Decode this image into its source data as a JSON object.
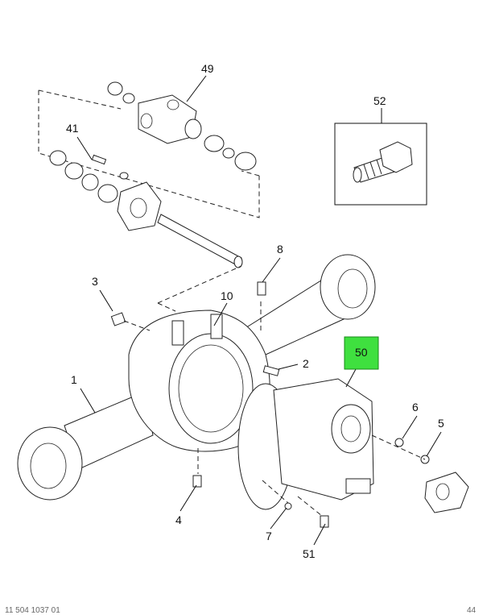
{
  "callouts": {
    "c1": "1",
    "c2": "2",
    "c3": "3",
    "c4": "4",
    "c5": "5",
    "c6": "6",
    "c7": "7",
    "c8": "8",
    "c10": "10",
    "c41": "41",
    "c49": "49",
    "c50": "50",
    "c51": "51",
    "c52": "52"
  },
  "highlight_color": "#3fe03f",
  "footer": {
    "left": "11 504 1037 01",
    "right": "44"
  }
}
